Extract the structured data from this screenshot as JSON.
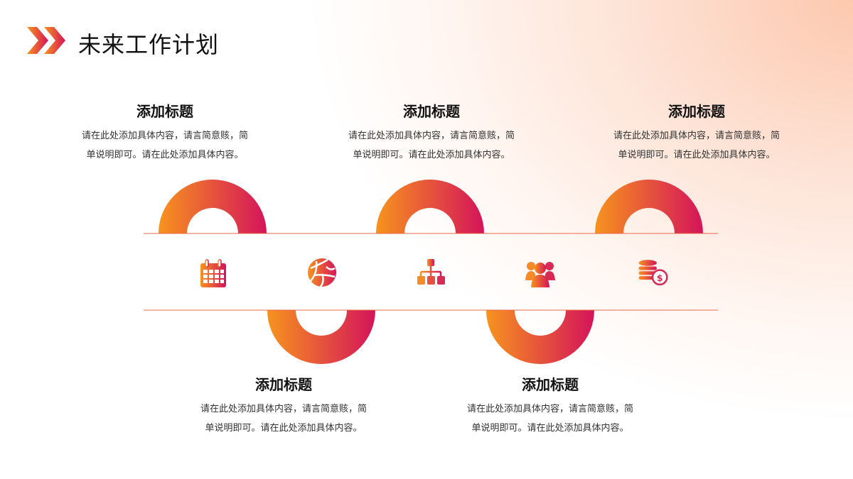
{
  "header": {
    "title": "未来工作计划",
    "logo_icon": "double-chevron-icon"
  },
  "colors": {
    "gradient_start": "#f7931e",
    "gradient_end": "#d4145a",
    "line": "#e8684a"
  },
  "steps": [
    {
      "title": "添加标题",
      "body": "请在此处添加具体内容，请言简意赅，简单说明即可。请在此处添加具体内容。",
      "icon": "calendar-icon"
    },
    {
      "title": "添加标题",
      "body": "请在此处添加具体内容，请言简意赅，简单说明即可。请在此处添加具体内容。",
      "icon": "globe-icon"
    },
    {
      "title": "添加标题",
      "body": "请在此处添加具体内容，请言简意赅，简单说明即可。请在此处添加具体内容。",
      "icon": "org-chart-icon"
    },
    {
      "title": "添加标题",
      "body": "请在此处添加具体内容，请言简意赅，简单说明即可。请在此处添加具体内容。",
      "icon": "team-icon"
    },
    {
      "title": "添加标题",
      "body": "请在此处添加具体内容，请言简意赅，简单说明即可。请在此处添加具体内容。",
      "icon": "coins-dollar-icon"
    }
  ]
}
